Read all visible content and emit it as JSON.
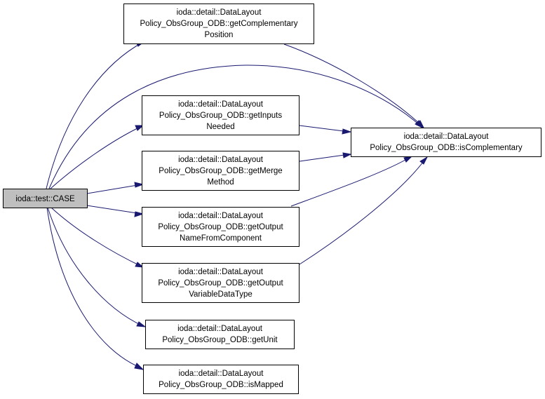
{
  "diagram": {
    "root": {
      "lines": [
        "ioda::test::CASE"
      ]
    },
    "callees": [
      {
        "id": "getComplementaryPosition",
        "lines": [
          "ioda::detail::DataLayout",
          "Policy_ObsGroup_ODB::getComplementary",
          "Position"
        ]
      },
      {
        "id": "getInputsNeeded",
        "lines": [
          "ioda::detail::DataLayout",
          "Policy_ObsGroup_ODB::getInputs",
          "Needed"
        ]
      },
      {
        "id": "getMergeMethod",
        "lines": [
          "ioda::detail::DataLayout",
          "Policy_ObsGroup_ODB::getMerge",
          "Method"
        ]
      },
      {
        "id": "getOutputNameFromComponent",
        "lines": [
          "ioda::detail::DataLayout",
          "Policy_ObsGroup_ODB::getOutput",
          "NameFromComponent"
        ]
      },
      {
        "id": "getOutputVariableDataType",
        "lines": [
          "ioda::detail::DataLayout",
          "Policy_ObsGroup_ODB::getOutput",
          "VariableDataType"
        ]
      },
      {
        "id": "getUnit",
        "lines": [
          "ioda::detail::DataLayout",
          "Policy_ObsGroup_ODB::getUnit"
        ]
      },
      {
        "id": "isMapped",
        "lines": [
          "ioda::detail::DataLayout",
          "Policy_ObsGroup_ODB::isMapped"
        ]
      }
    ],
    "target": {
      "id": "isComplementary",
      "lines": [
        "ioda::detail::DataLayout",
        "Policy_ObsGroup_ODB::isComplementary"
      ]
    },
    "edge_color": "#191970",
    "root_fill": "#bfbfbf"
  }
}
